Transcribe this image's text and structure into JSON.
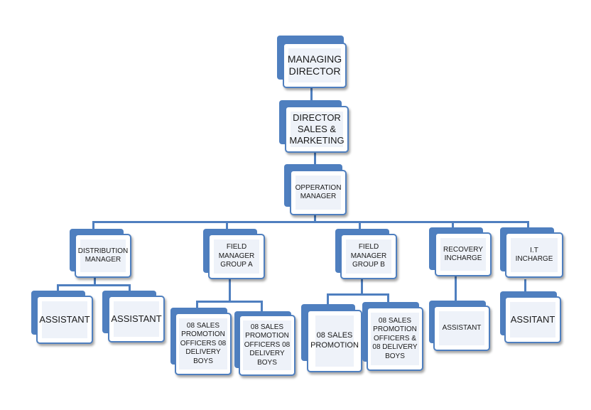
{
  "colors": {
    "accent": "#4f7fbf",
    "box_fill": "#eef2f9"
  },
  "chart": {
    "managing_director": "MANAGING DIRECTOR",
    "director_sales_marketing": "DIRECTOR SALES & MARKETING",
    "operation_manager": "OPPERATION MANAGER",
    "distribution_manager": "DISTRIBUTION MANAGER",
    "field_manager_a": "FIELD MANAGER GROUP A",
    "field_manager_b": "FIELD MANAGER GROUP  B",
    "recovery_incharge": "RECOVERY INCHARGE",
    "it_incharge": "I.T INCHARGE",
    "assistant_1": "ASSISTANT",
    "assistant_2": "ASSISTANT",
    "sales_a1": "08 SALES PROMOTION OFFICERS 08 DELIVERY BOYS",
    "sales_a2": "08 SALES PROMOTION OFFICERS 08 DELIVERY BOYS",
    "sales_b1": "08 SALES PROMOTION",
    "sales_b2": "08 SALES PROMOTION OFFICERS & 08 DELIVERY BOYS",
    "recovery_assistant": "ASSISTANT",
    "it_assistant": "ASSITANT"
  }
}
